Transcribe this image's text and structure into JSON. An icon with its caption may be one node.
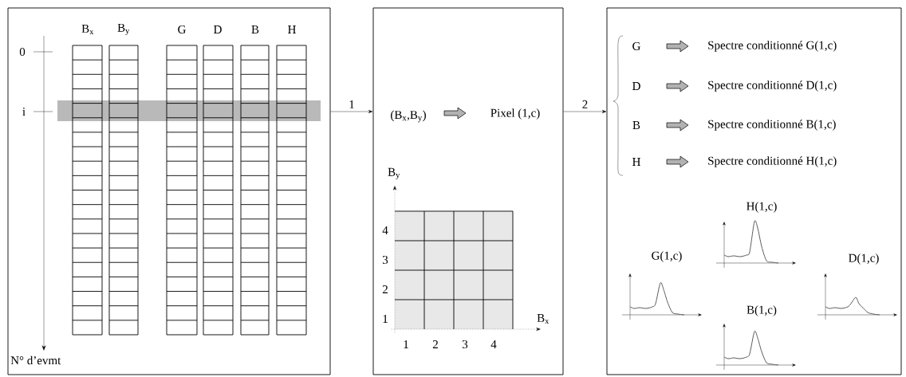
{
  "diagram": {
    "nodes": [
      {
        "text": [],
        "shape": "box"
      },
      {
        "text": [],
        "shape": "box"
      },
      {
        "text": [],
        "shape": "box"
      }
    ],
    "edges": [
      {
        "from": 0,
        "to": 1,
        "arrow": "to",
        "label": "1"
      },
      {
        "from": 1,
        "to": 2,
        "arrow": "to",
        "label": "2"
      }
    ],
    "labels": [
      "B$_{x}$",
      "B$_{y}$",
      "G",
      "D",
      "B",
      "H",
      "0",
      "i",
      "N° d’evmt",
      "(B$_{x}$,B$_{y}$)",
      "Pixel (1,c)",
      "B$_{y}$",
      "4",
      "3",
      "2",
      "1",
      "B$_{x}$",
      "1",
      "2",
      "3",
      "4",
      "G",
      "Spectre conditionné G(1,c)",
      "D",
      "Spectre conditionné D(1,c)",
      "B",
      "Spectre conditionné B(1,c)",
      "H",
      "Spectre conditionné H(1,c)",
      "H(1,c)",
      "G(1,c)",
      "D(1,c)",
      "B(1,c)"
    ]
  }
}
